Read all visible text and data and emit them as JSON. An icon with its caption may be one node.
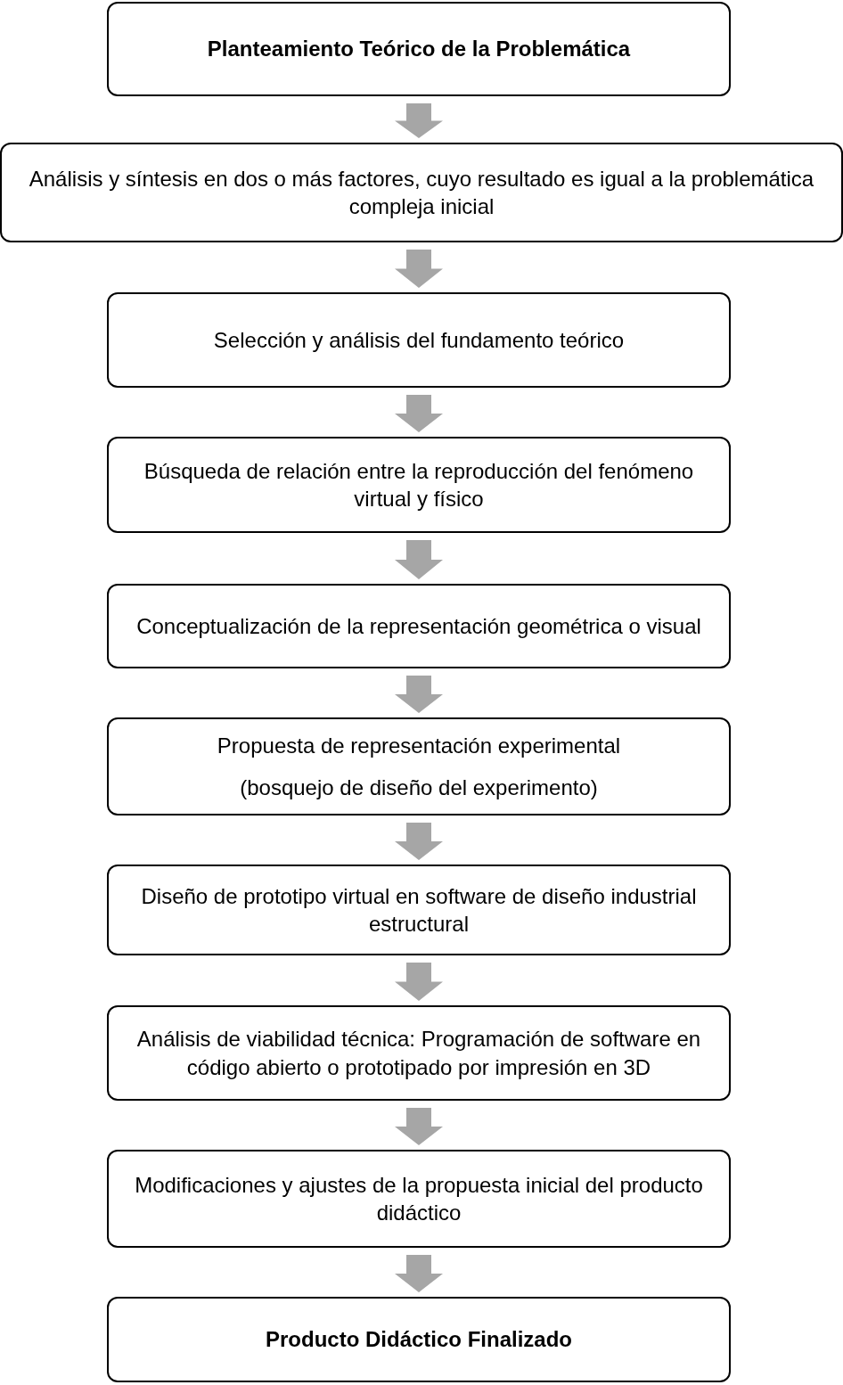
{
  "diagram": {
    "nodes": [
      {
        "text": [
          "Planteamiento Teórico de la Problemática"
        ]
      },
      {
        "text": [
          "Análisis y síntesis en dos o más factores, cuyo resultado es igual a la problemática compleja inicial"
        ]
      },
      {
        "text": [
          "Selección y análisis del fundamento teórico"
        ]
      },
      {
        "text": [
          "Búsqueda de relación entre la reproducción del fenómeno virtual y físico"
        ]
      },
      {
        "text": [
          "Conceptualización de la representación geométrica o visual"
        ]
      },
      {
        "text": [
          "Propuesta de representación experimental",
          "(bosquejo de diseño del experimento)"
        ]
      },
      {
        "text": [
          "Diseño de prototipo virtual en software de diseño industrial estructural"
        ]
      },
      {
        "text": [
          "Análisis de viabilidad técnica: Programación de software en código abierto o prototipado por impresión en 3D"
        ]
      },
      {
        "text": [
          "Modificaciones y ajustes de la propuesta inicial del producto didáctico"
        ]
      },
      {
        "text": [
          "Producto Didáctico Finalizado"
        ]
      }
    ],
    "edges": [
      {
        "from": 0,
        "to": 1,
        "arrow": "to",
        "style": "thick"
      },
      {
        "from": 1,
        "to": 2,
        "arrow": "to",
        "style": "thick"
      },
      {
        "from": 2,
        "to": 3,
        "arrow": "to",
        "style": "thick"
      },
      {
        "from": 3,
        "to": 4,
        "arrow": "to",
        "style": "thick"
      },
      {
        "from": 4,
        "to": 5,
        "arrow": "to",
        "style": "thick"
      },
      {
        "from": 5,
        "to": 6,
        "arrow": "to",
        "style": "thick"
      },
      {
        "from": 6,
        "to": 7,
        "arrow": "to",
        "style": "thick"
      },
      {
        "from": 7,
        "to": 8,
        "arrow": "to",
        "style": "thick"
      },
      {
        "from": 8,
        "to": 9,
        "arrow": "to",
        "style": "thick"
      }
    ]
  }
}
